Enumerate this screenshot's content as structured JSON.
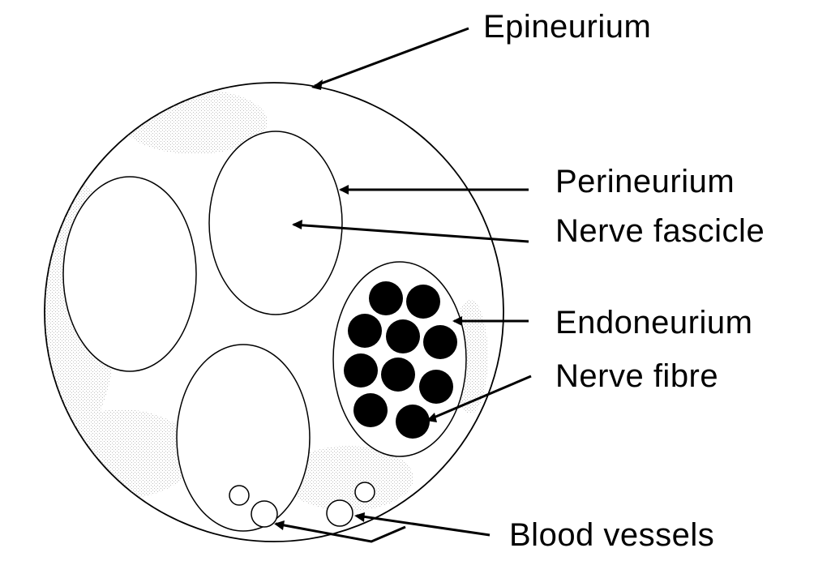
{
  "labels": {
    "epineurium": "Epineurium",
    "perineurium": "Perineurium",
    "nerve_fascicle": "Nerve fascicle",
    "endoneurium": "Endoneurium",
    "nerve_fibre": "Nerve fibre",
    "blood_vessels": "Blood vessels"
  },
  "colors": {
    "outline": "#000000",
    "fibre_fill": "#000000",
    "stipple": "#9a9a9a",
    "background": "#ffffff"
  }
}
